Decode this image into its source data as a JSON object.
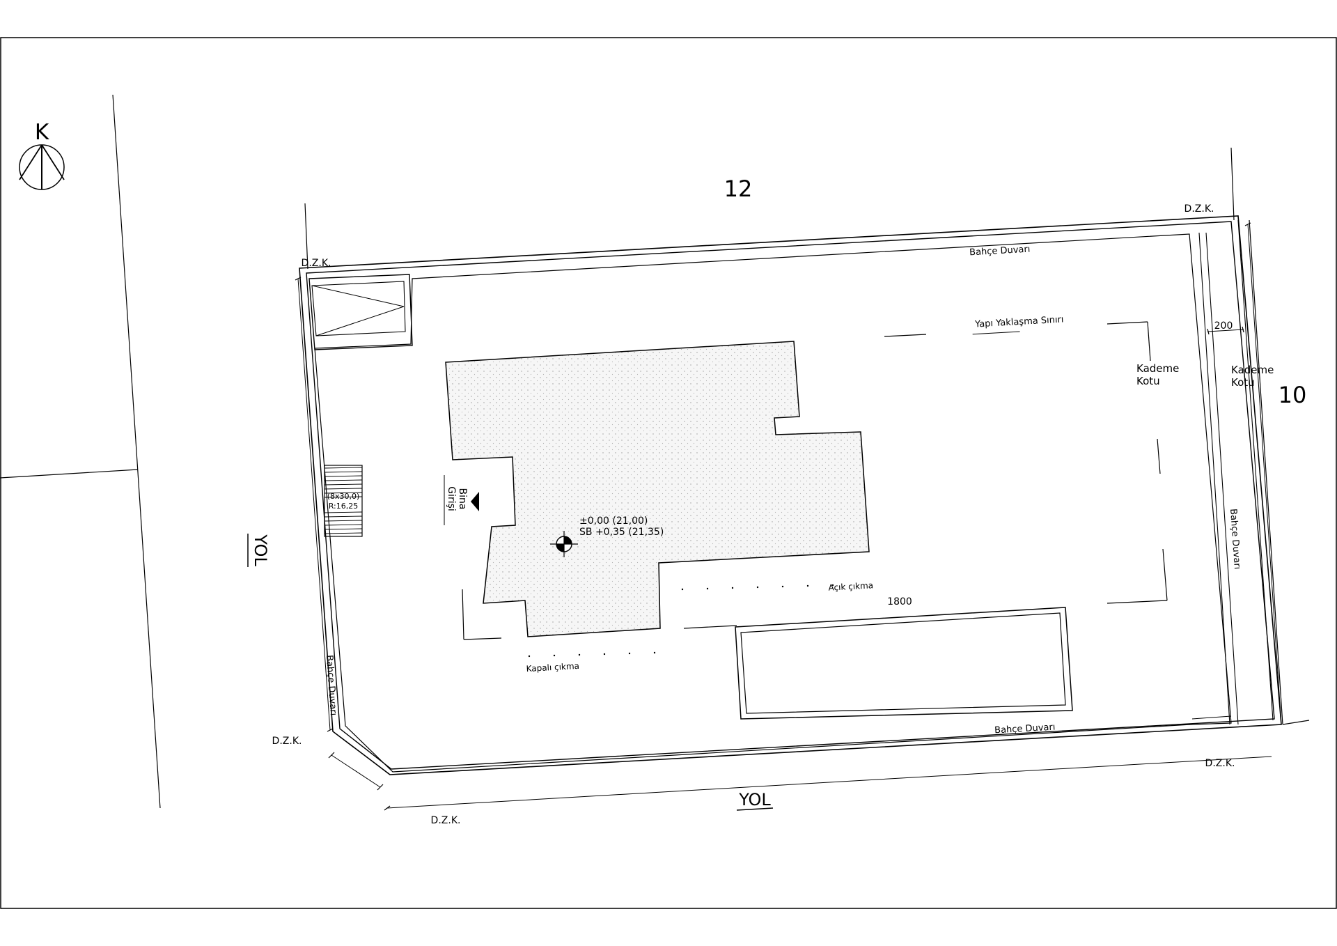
{
  "north": {
    "letter": "K"
  },
  "parcels": {
    "north": "12",
    "east": "10"
  },
  "roads": {
    "west": "YOL",
    "south": "YOL"
  },
  "boundary_marks": {
    "dzk": "D.Z.K."
  },
  "walls": {
    "north": "Bahçe Duvarı",
    "south": "Bahçe Duvarı",
    "west": "Bahçe Duvarı",
    "east": "Bahçe Duvarı"
  },
  "setback_label": "Yapı Yaklaşma Sınırı",
  "dimensions": {
    "east_setback": "200",
    "pool_length": "1800"
  },
  "step_levels": {
    "line1": "Kademe",
    "line2": "Kotu"
  },
  "building": {
    "entrance_line1": "Bina",
    "entrance_line2": "Girişi",
    "level_line1": "±0,00  (21,00)",
    "level_line2": "SB  +0,35  (21,35)"
  },
  "overhangs": {
    "open": "Açık çıkma",
    "closed": "Kapalı çıkma"
  },
  "stairs": {
    "line1": "(8x30,0)",
    "line2": "R:16,25"
  }
}
